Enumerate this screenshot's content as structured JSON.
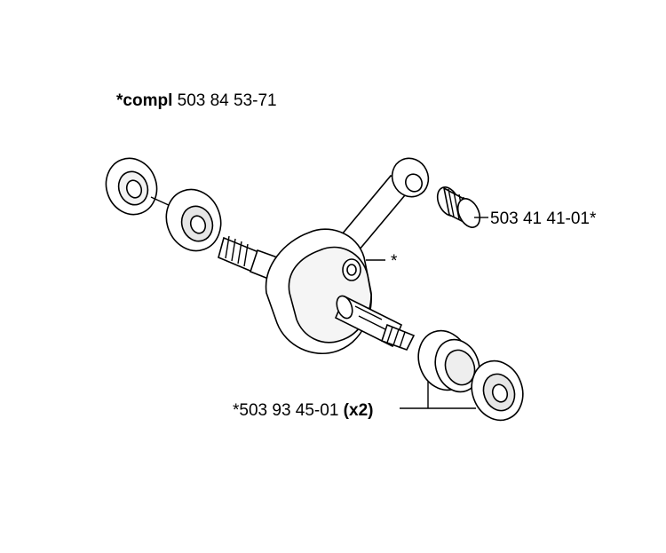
{
  "labels": {
    "kit": {
      "prefix": "*compl",
      "number": " 503 84 53-71"
    },
    "needle_bearing": {
      "number": "503 41 41-01*"
    },
    "crank_marker": {
      "text": "*"
    },
    "main_bearings": {
      "number": "*503 93 45-01 ",
      "qty": "(x2)"
    }
  }
}
